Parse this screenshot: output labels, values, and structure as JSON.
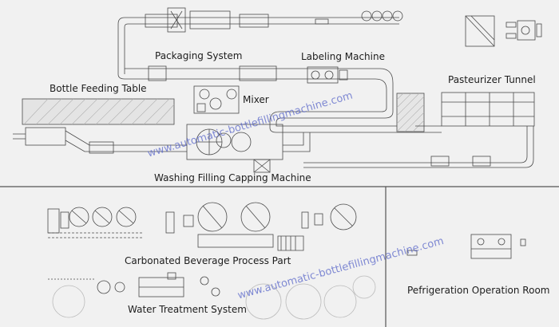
{
  "labels": {
    "packaging": "Packaging System",
    "labeling": "Labeling Machine",
    "bottle_feeding": "Bottle Feeding Table",
    "mixer": "Mixer",
    "pasteurizer": "Pasteurizer Tunnel",
    "washing": "Washing Filling Capping Machine",
    "carbonated": "Carbonated Beverage Process Part",
    "water": "Water Treatment System",
    "refrigeration": "Pefrigeration Operation Room"
  },
  "watermark": "www.automatic-bottlefillingmachine.com",
  "colors": {
    "background": "#f1f1f1",
    "line": "#4a4a4a",
    "divider": "#555555",
    "watermark": "#5a67c9"
  }
}
